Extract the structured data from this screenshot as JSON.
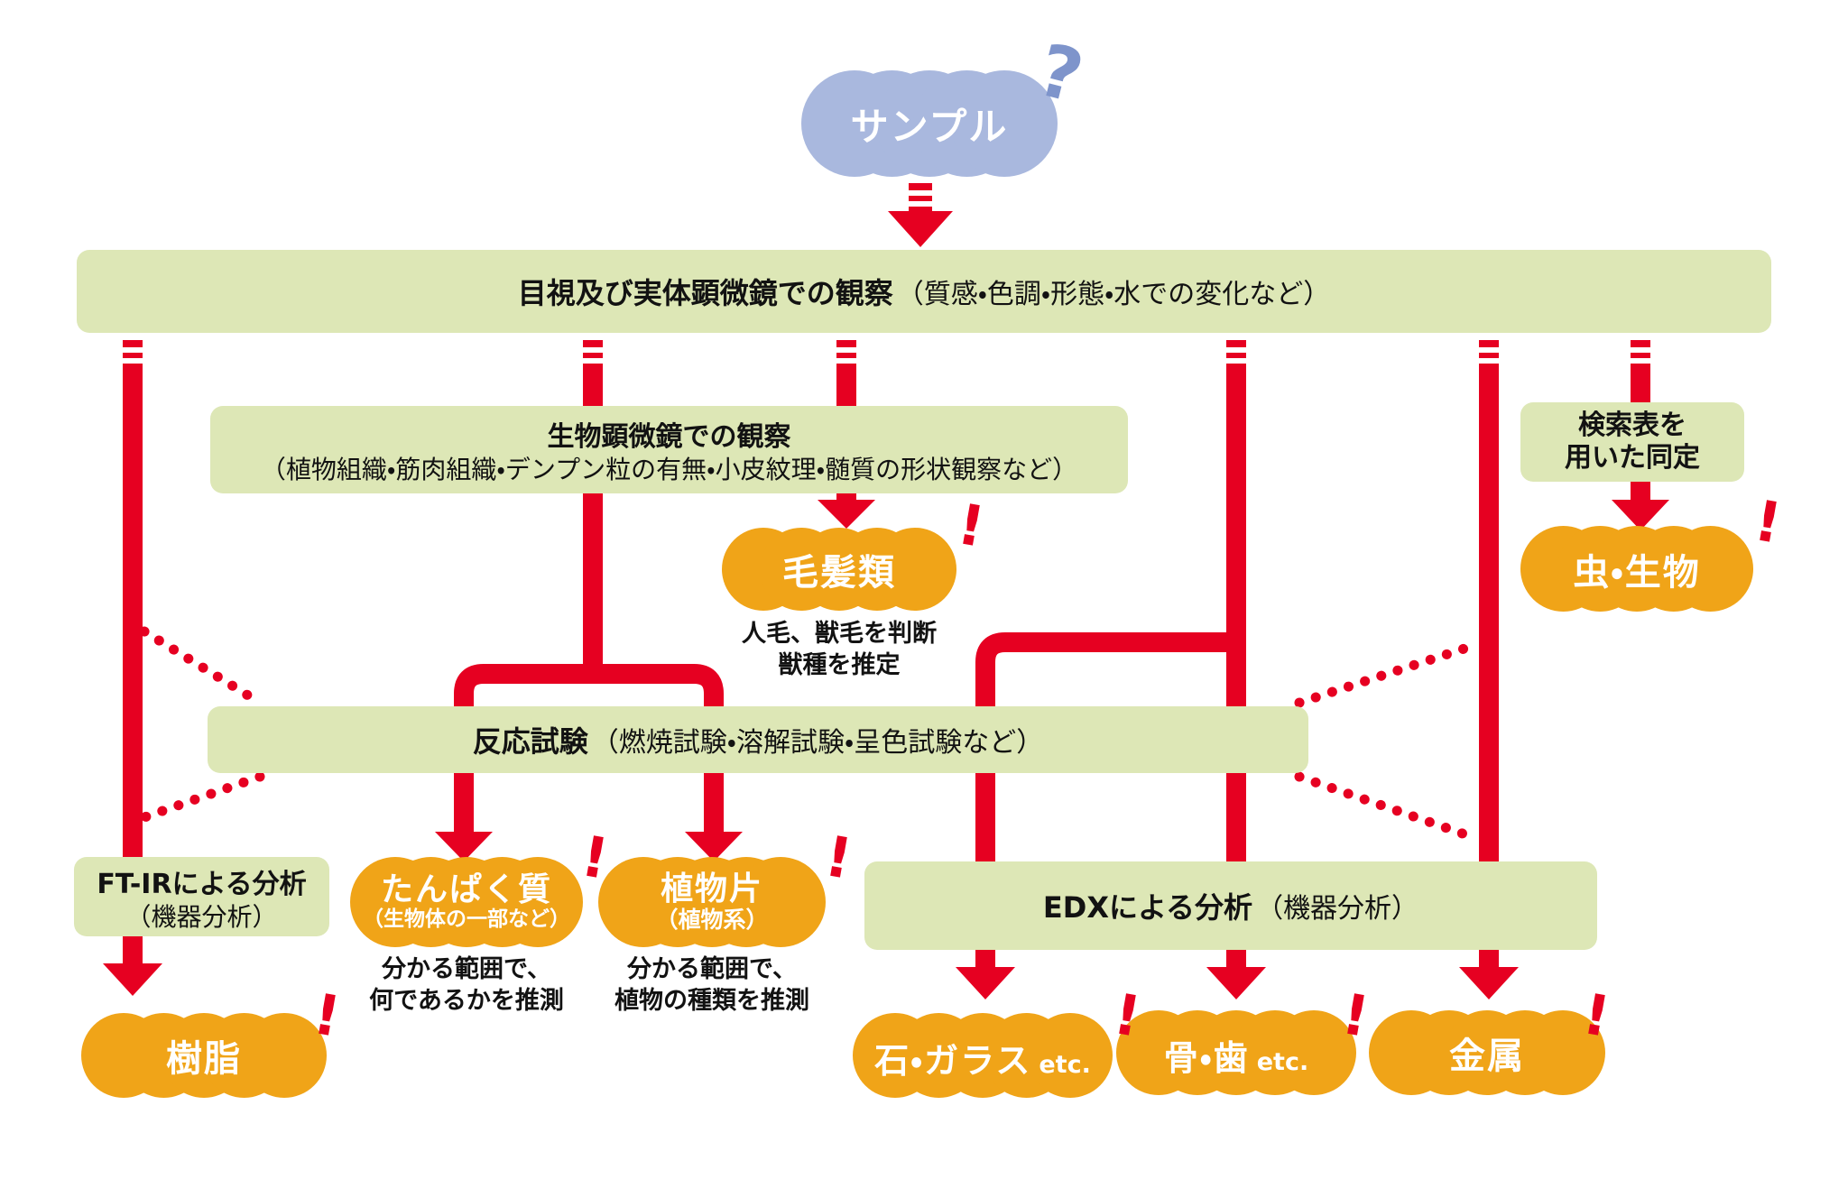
{
  "colors": {
    "red": "#e60021",
    "green_box": "#dde7b6",
    "orange_cloud": "#f0a418",
    "blue_cloud": "#a9b8de",
    "blue_question": "#7e94cb",
    "text": "#121212",
    "cloud_text": "#ffffff"
  },
  "sample": {
    "label": "サンプル",
    "question": "?"
  },
  "observation": {
    "title": "目視及び実体顕微鏡での観察",
    "note": "（質感・色調・形態・水での変化など）"
  },
  "bio": {
    "title": "生物顕微鏡での観察",
    "note": "（植物組織・筋肉組織・デンプン粒の有無・小皮紋理・髄質の形状観察など）"
  },
  "search": {
    "line1": "検索表を",
    "line2": "用いた同定"
  },
  "reaction": {
    "title": "反応試験",
    "note": "（燃焼試験・溶解試験・呈色試験など）"
  },
  "ftir": {
    "title": "FT-IRによる分析",
    "note": "（機器分析）"
  },
  "edx": {
    "title": "EDXによる分析",
    "note": "（機器分析）"
  },
  "hair": {
    "label": "毛髪類",
    "mark": "!",
    "caption1": "人毛、獣毛を判断",
    "caption2": "獣種を推定"
  },
  "insect": {
    "label": "虫・生物",
    "mark": "!"
  },
  "protein": {
    "label": "たんぱく質",
    "sub": "（生物体の一部など）",
    "mark": "!",
    "caption1": "分かる範囲で、",
    "caption2": "何であるかを推測"
  },
  "plant": {
    "label": "植物片",
    "sub": "（植物系）",
    "mark": "!",
    "caption1": "分かる範囲で、",
    "caption2": "植物の種類を推測"
  },
  "resin": {
    "label": "樹脂",
    "mark": "!"
  },
  "stone": {
    "label": "石・ガラス",
    "suffix": "etc.",
    "mark": "!"
  },
  "bone": {
    "label": "骨・歯",
    "suffix": "etc.",
    "mark": "!"
  },
  "metal": {
    "label": "金属",
    "mark": "!"
  }
}
